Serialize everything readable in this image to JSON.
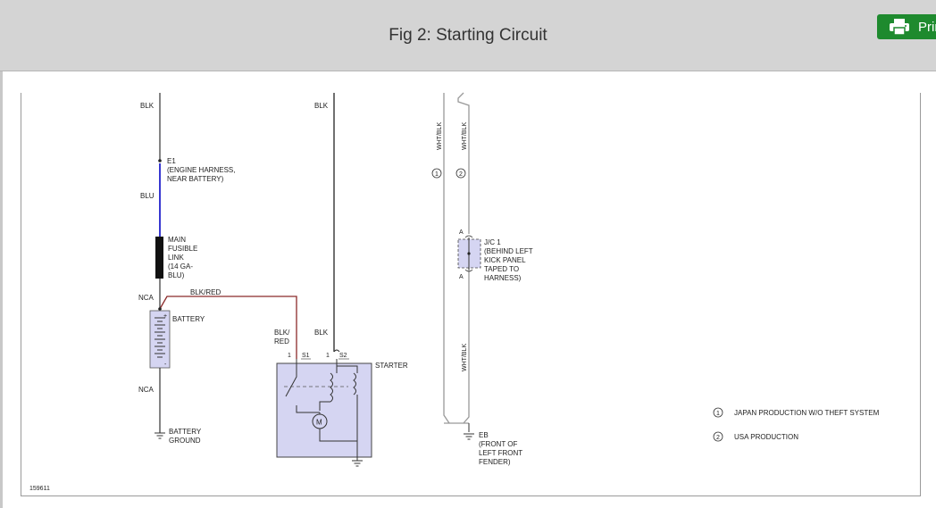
{
  "header": {
    "title": "Fig 2: Starting Circuit",
    "print_label": "Print"
  },
  "diagram": {
    "figure_number": "159611",
    "wire_labels": {
      "blk_top_left": "BLK",
      "blk_top_mid": "BLK",
      "blu": "BLU",
      "nca_top": "NCA",
      "blk_red": "BLK/RED",
      "blk_red_vert_1": "BLK/",
      "blk_red_vert_2": "RED",
      "blk_mid": "BLK",
      "nca_bottom": "NCA",
      "wht_blk_1": "WHT/BLK",
      "wht_blk_2": "WHT/BLK",
      "wht_blk_3": "WHT/BLK"
    },
    "connector_e1": {
      "name": "E1",
      "desc_1": "(ENGINE HARNESS,",
      "desc_2": "NEAR BATTERY)"
    },
    "fusible_link": {
      "line_1": "MAIN",
      "line_2": "FUSIBLE",
      "line_3": "LINK",
      "line_4": "(14 GA-",
      "line_5": "BLU)"
    },
    "battery": {
      "label": "BATTERY",
      "plus": "+",
      "minus": "-"
    },
    "battery_ground": {
      "line_1": "BATTERY",
      "line_2": "GROUND"
    },
    "starter": {
      "label": "STARTER",
      "pin_s1_num": "1",
      "pin_s1": "S1",
      "pin_s2_num": "1",
      "pin_s2": "S2",
      "motor": "M"
    },
    "junction_jc1": {
      "pin_top": "A",
      "pin_bottom": "A",
      "line_1": "J/C 1",
      "line_2": "(BEHIND LEFT",
      "line_3": "KICK PANEL",
      "line_4": "TAPED TO",
      "line_5": "HARNESS)"
    },
    "ground_eb": {
      "line_1": "EB",
      "line_2": "(FRONT OF",
      "line_3": "LEFT FRONT",
      "line_4": "FENDER)"
    },
    "markers": {
      "marker_1": "1",
      "marker_2": "2"
    },
    "legend": [
      {
        "marker": "1",
        "text": "JAPAN PRODUCTION W/O THEFT SYSTEM"
      },
      {
        "marker": "2",
        "text": "USA PRODUCTION"
      }
    ],
    "colors": {
      "blu_wire": "#2222cc",
      "red_wire": "#8b2a2a",
      "component_fill": "#d5d5f2",
      "print_green": "#1e8a2e"
    }
  }
}
